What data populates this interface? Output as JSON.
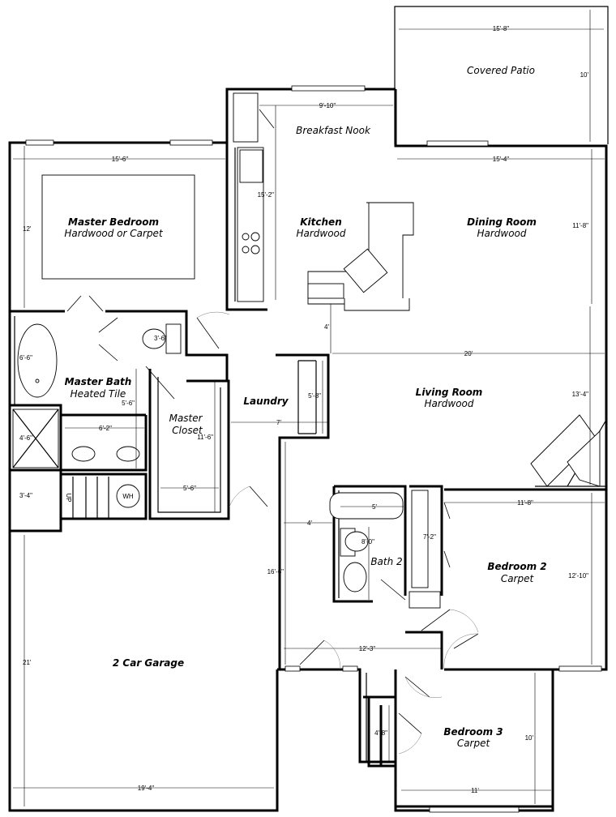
{
  "rooms": {
    "covered_patio": {
      "name": "Covered Patio"
    },
    "breakfast_nook": {
      "name": "Breakfast Nook"
    },
    "kitchen": {
      "name": "Kitchen",
      "floor": "Hardwood"
    },
    "dining_room": {
      "name": "Dining Room",
      "floor": "Hardwood"
    },
    "master_bedroom": {
      "name": "Master Bedroom",
      "floor": "Hardwood or Carpet"
    },
    "master_bath": {
      "name": "Master Bath",
      "floor": "Heated Tile"
    },
    "master_closet": {
      "name": "Master Closet"
    },
    "laundry": {
      "name": "Laundry"
    },
    "living_room": {
      "name": "Living Room",
      "floor": "Hardwood"
    },
    "bath2": {
      "name": "Bath 2"
    },
    "bedroom2": {
      "name": "Bedroom 2",
      "floor": "Carpet"
    },
    "garage": {
      "name": "2 Car Garage"
    },
    "bedroom3": {
      "name": "Bedroom 3",
      "floor": "Carpet"
    }
  },
  "fixtures": {
    "water_heater": "WH",
    "stair": "UP"
  },
  "dimensions": {
    "patio_width": "15'-8\"",
    "patio_depth": "10'",
    "nook_width": "9'-10\"",
    "kitchen_depth": "15'-2\"",
    "dining_width": "15'-4\"",
    "dining_depth": "11'-8\"",
    "master_width": "15'-6\"",
    "master_depth": "12'",
    "tub": "6'-6\"",
    "wc": "3'-6\"",
    "shower": "4'-6\"",
    "vanity": "6'-2\"",
    "bath_width": "5'-6\"",
    "closet_depth": "11'-6\"",
    "closet_width": "5'-6\"",
    "laundry_width": "7'",
    "laundry_depth": "5'-8\"",
    "living_width": "20'",
    "living_depth": "13'-4\"",
    "hall_4a": "4'",
    "hall_4b": "4'",
    "landing": "3'-4\"",
    "bath2_tub": "5'",
    "bath2_width": "8'-0\"",
    "closet2": "7'-2\"",
    "bed2_width": "11'-8\"",
    "bed2_depth": "12'-10\"",
    "hall_len": "16'-6\"",
    "hall_width": "12'-3\"",
    "closet3": "4'-8\"",
    "bed3_depth": "10'",
    "bed3_width": "11'",
    "garage_depth": "21'",
    "garage_width": "19'-4\""
  }
}
